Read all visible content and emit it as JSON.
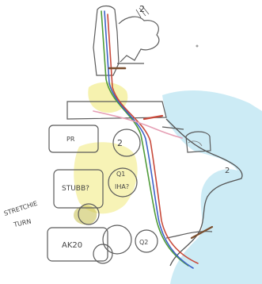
{
  "labels": {
    "label_top": "2",
    "label_mid": "2",
    "label_tubb": "STUBB?",
    "label_iha": "IHA?",
    "label_ak20": "AK20",
    "label_stretch": "STRETCHIE",
    "label_turn": "TURN",
    "label_pr": "PR",
    "label_edge_2": "2",
    "label_q1": "Q1",
    "label_q2": "Q2"
  },
  "colors": {
    "pencil": "#5b5b5b",
    "blue_water": "#8ed3e8",
    "yellow": "#f0ea7a",
    "green": "#4f9b38",
    "blue": "#3e62c8",
    "red": "#c84a3b",
    "pink": "#e6a0b5",
    "brown": "#7a4f2f"
  }
}
